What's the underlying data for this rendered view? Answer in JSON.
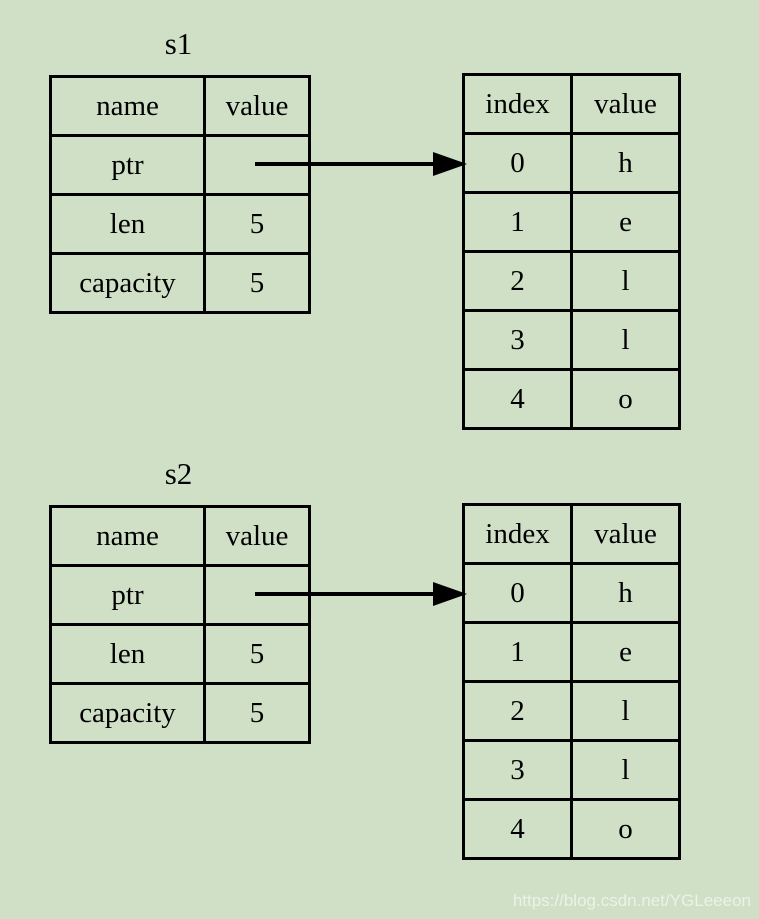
{
  "colors": {
    "background": "#cfe0c6",
    "line": "#000000",
    "text": "#000000",
    "watermark_text": "#ffffff"
  },
  "watermark": "https://blog.csdn.net/YGLeeeon",
  "s1": {
    "title": "s1",
    "col_headers": [
      "name",
      "value"
    ],
    "rows": [
      {
        "name": "ptr",
        "value": ""
      },
      {
        "name": "len",
        "value": "5"
      },
      {
        "name": "capacity",
        "value": "5"
      }
    ]
  },
  "s1_heap": {
    "col_headers": [
      "index",
      "value"
    ],
    "rows": [
      {
        "index": "0",
        "value": "h"
      },
      {
        "index": "1",
        "value": "e"
      },
      {
        "index": "2",
        "value": "l"
      },
      {
        "index": "3",
        "value": "l"
      },
      {
        "index": "4",
        "value": "o"
      }
    ]
  },
  "s2": {
    "title": "s2",
    "col_headers": [
      "name",
      "value"
    ],
    "rows": [
      {
        "name": "ptr",
        "value": ""
      },
      {
        "name": "len",
        "value": "5"
      },
      {
        "name": "capacity",
        "value": "5"
      }
    ]
  },
  "s2_heap": {
    "col_headers": [
      "index",
      "value"
    ],
    "rows": [
      {
        "index": "0",
        "value": "h"
      },
      {
        "index": "1",
        "value": "e"
      },
      {
        "index": "2",
        "value": "l"
      },
      {
        "index": "3",
        "value": "l"
      },
      {
        "index": "4",
        "value": "o"
      }
    ]
  }
}
